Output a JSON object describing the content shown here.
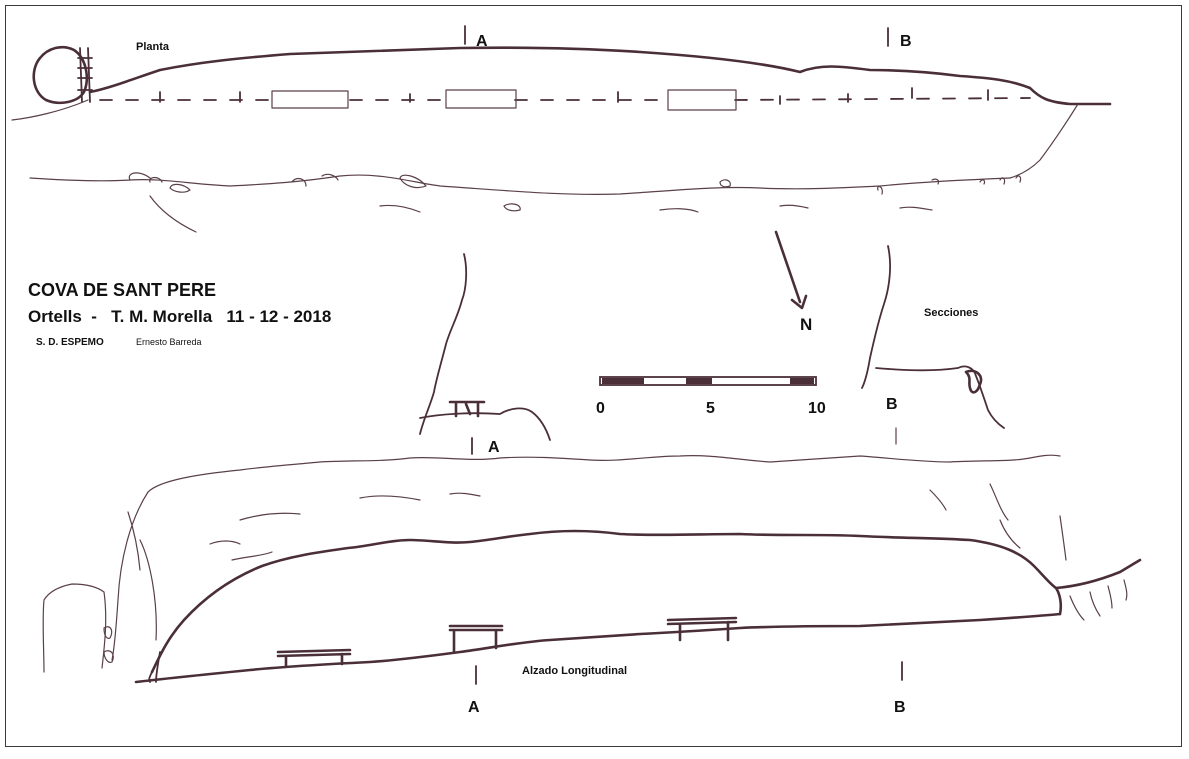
{
  "title": {
    "line1": "COVA DE SANT PERE",
    "line2": "Ortells  -   T. M. Morella   11 - 12 - 2018",
    "group": "S. D. ESPEMO",
    "author": "Ernesto Barreda"
  },
  "labels": {
    "plan": "Planta",
    "sections": "Secciones",
    "elevation": "Alzado Longitudinal",
    "north": "N",
    "section_a": "A",
    "section_b": "B"
  },
  "scale": {
    "ticks": [
      "0",
      "5",
      "10"
    ]
  },
  "colors": {
    "ink": "#4a2f38",
    "text": "#111111",
    "frame": "#3a3a3a"
  }
}
